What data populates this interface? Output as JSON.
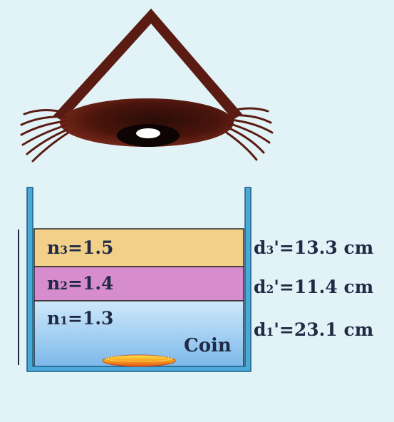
{
  "layers": [
    {
      "name": "n",
      "subscript": "3",
      "value": "=1.5",
      "depth_label": "d",
      "depth_sub": "3",
      "depth_value": "'=13.3 cm",
      "color": "#f3d08a"
    },
    {
      "name": "n",
      "subscript": "2",
      "value": "=1.4",
      "depth_label": "d",
      "depth_sub": "2",
      "depth_value": "'=11.4 cm",
      "color": "#d78ccd"
    },
    {
      "name": "n",
      "subscript": "1",
      "value": "=1.3",
      "depth_label": "d",
      "depth_sub": "1",
      "depth_value": "'=23.1 cm",
      "color": "#9ecdef"
    }
  ],
  "coin_label": "Coin",
  "side_label": "",
  "colors": {
    "background": "#e2f3f7",
    "container": "#4aa9d9",
    "eye_brown": "#5a1c12",
    "text": "#1f2a44"
  },
  "icons": {
    "eye": "eye-icon",
    "coin": "coin-icon"
  }
}
